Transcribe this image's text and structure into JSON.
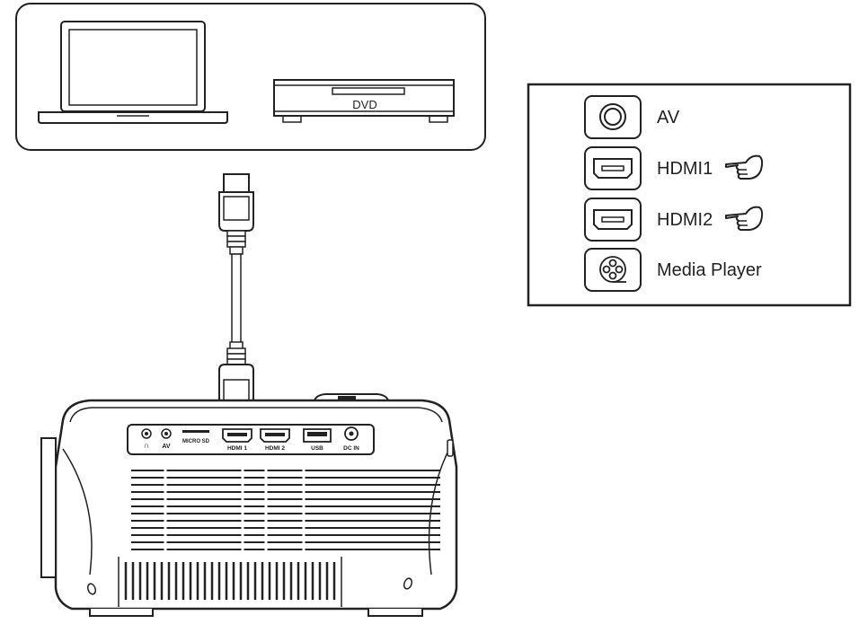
{
  "sources": {
    "dvd_label": "DVD"
  },
  "input_menu": {
    "items": [
      {
        "label": "AV",
        "icon": "av-circle-icon",
        "selected": false
      },
      {
        "label": "HDMI1",
        "icon": "hdmi-port-icon",
        "selected": true
      },
      {
        "label": "HDMI2",
        "icon": "hdmi-port-icon",
        "selected": true
      },
      {
        "label": "Media Player",
        "icon": "film-reel-icon",
        "selected": false
      }
    ],
    "pointer_icon": "pointing-hand-icon"
  },
  "projector": {
    "ports": {
      "headphone": "∩",
      "av": "AV",
      "micro_sd": "MICRO SD",
      "hdmi1": "HDMI 1",
      "hdmi2": "HDMI 2",
      "usb": "USB",
      "dc_in": "DC IN"
    }
  }
}
